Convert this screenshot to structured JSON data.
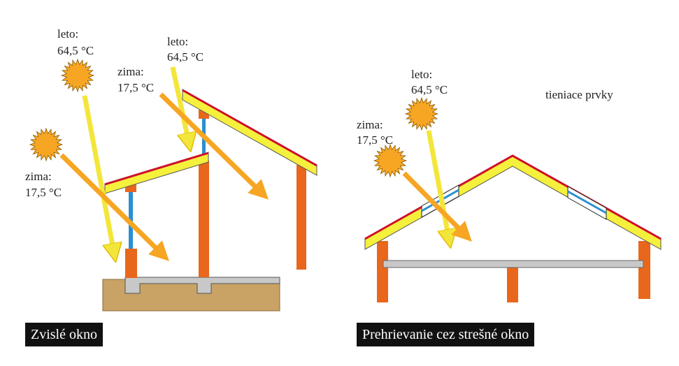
{
  "left_panel": {
    "caption": "Zvislé okno",
    "sun_summer_low": {
      "label": "leto:",
      "temp": "64,5 °C"
    },
    "sun_winter_low": {
      "label": "zima:",
      "temp": "17,5 °C"
    },
    "sun_summer_high": {
      "label": "leto:",
      "temp": "64,5 °C"
    },
    "sun_winter_high": {
      "label": "zima:",
      "temp": "17,5 °C"
    }
  },
  "right_panel": {
    "caption": "Prehrievanie cez strešné okno",
    "sun_summer": {
      "label": "leto:",
      "temp": "64,5 °C"
    },
    "sun_winter": {
      "label": "zima:",
      "temp": "17,5 °C"
    },
    "shading_label": "tieniace prvky"
  },
  "colors": {
    "summer_ray": "#f3e63a",
    "winter_ray": "#f6a623",
    "sun": "#f6a623",
    "insulation": "#f4f03c",
    "roofing": "#d0102a",
    "post": "#e8671c",
    "glass": "#2a8fd0",
    "ground": "#c9a265",
    "concrete": "#c8c8c8"
  }
}
